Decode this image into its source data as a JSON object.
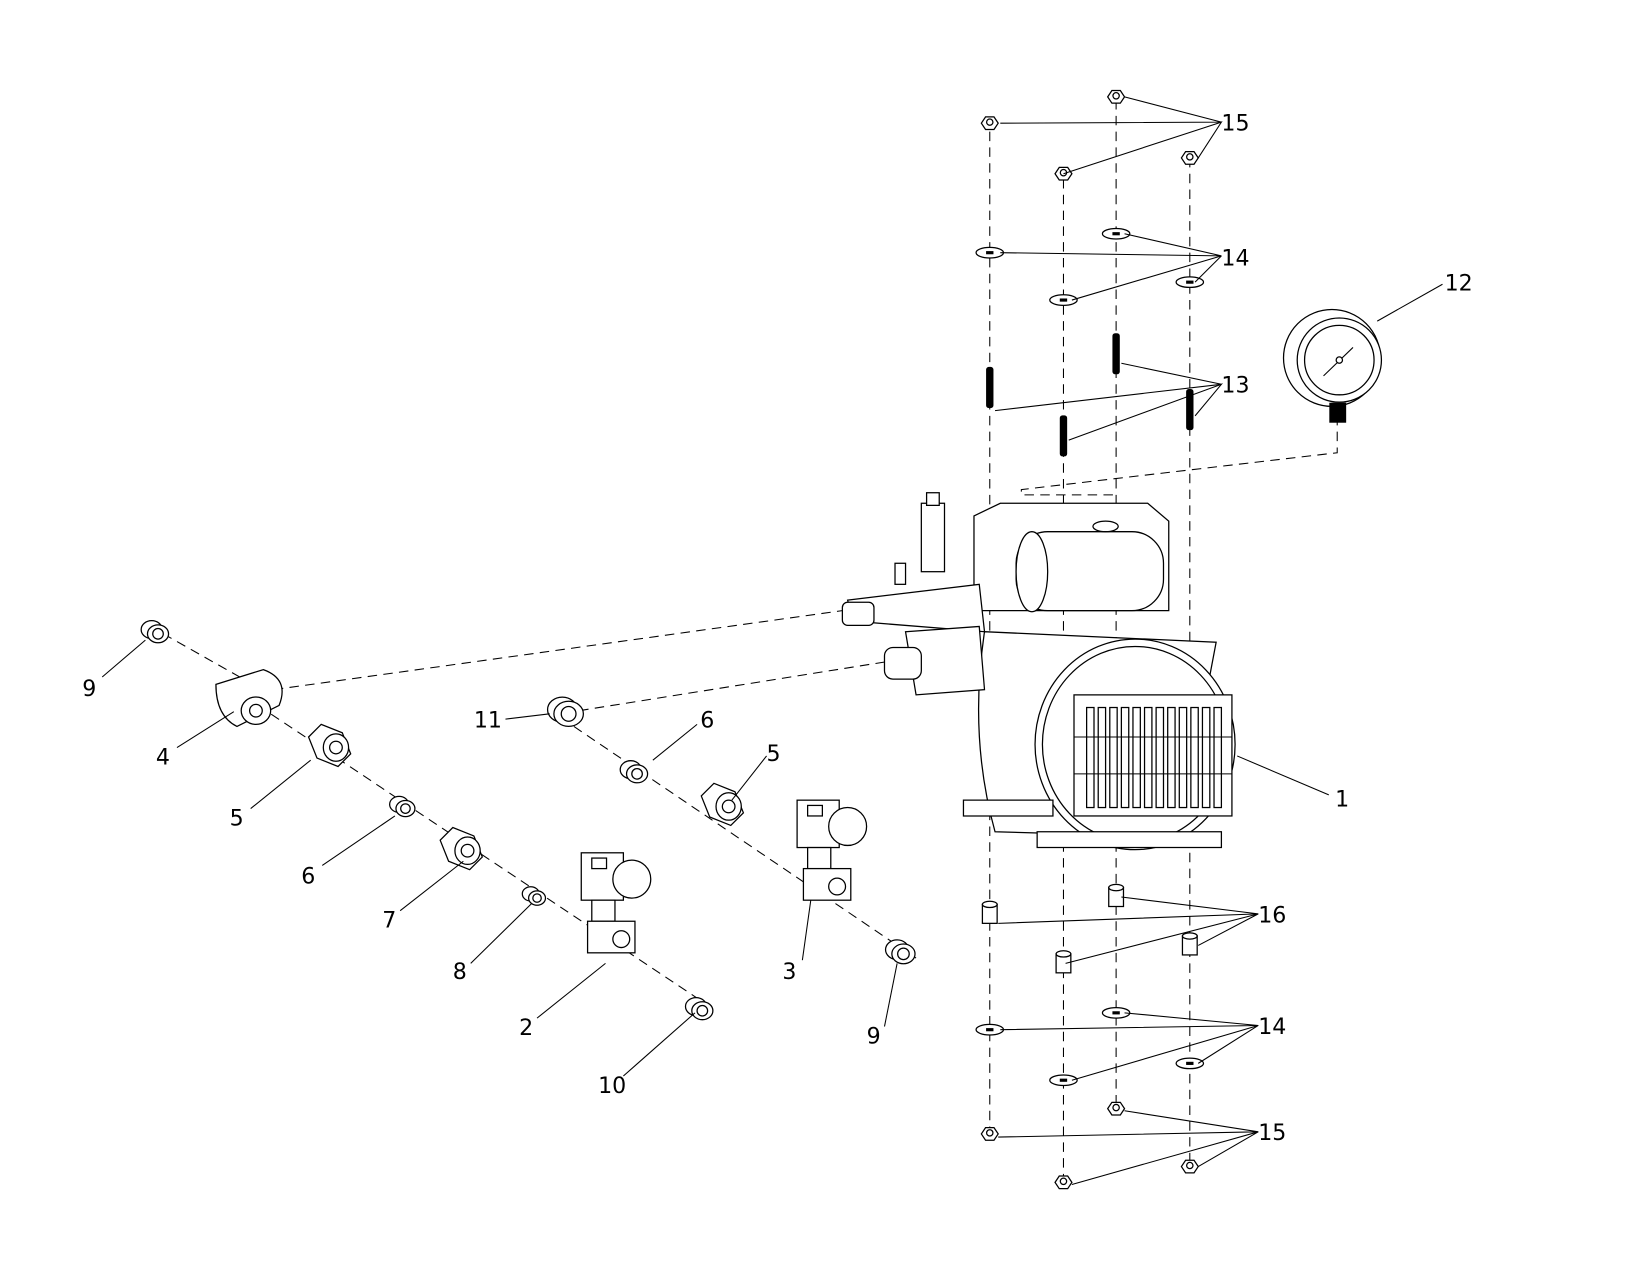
{
  "diagram": {
    "title": "Pump assembly exploded view",
    "callouts": [
      {
        "id": "c15a",
        "text": "15"
      },
      {
        "id": "c14a",
        "text": "14"
      },
      {
        "id": "c12",
        "text": "12"
      },
      {
        "id": "c13",
        "text": "13"
      },
      {
        "id": "c1",
        "text": "1"
      },
      {
        "id": "c16",
        "text": "16"
      },
      {
        "id": "c14b",
        "text": "14"
      },
      {
        "id": "c15b",
        "text": "15"
      },
      {
        "id": "c9a",
        "text": "9"
      },
      {
        "id": "c4",
        "text": "4"
      },
      {
        "id": "c5a",
        "text": "5"
      },
      {
        "id": "c6a",
        "text": "6"
      },
      {
        "id": "c7",
        "text": "7"
      },
      {
        "id": "c8",
        "text": "8"
      },
      {
        "id": "c2",
        "text": "2"
      },
      {
        "id": "c10",
        "text": "10"
      },
      {
        "id": "c11",
        "text": "11"
      },
      {
        "id": "c6b",
        "text": "6"
      },
      {
        "id": "c5b",
        "text": "5"
      },
      {
        "id": "c3",
        "text": "3"
      },
      {
        "id": "c9b",
        "text": "9"
      }
    ]
  }
}
